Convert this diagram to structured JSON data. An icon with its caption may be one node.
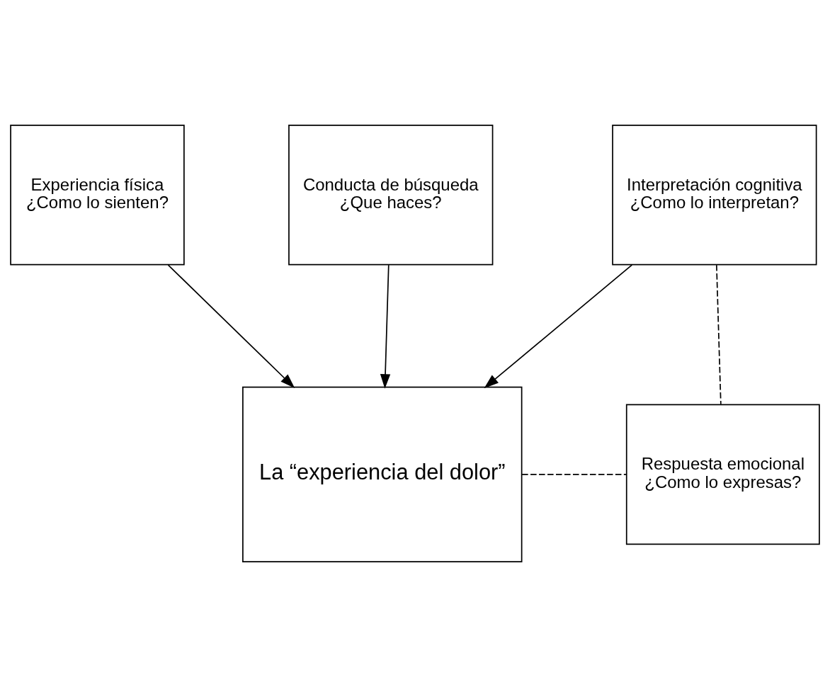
{
  "diagram": {
    "nodes": [
      {
        "text": [
          "Experiencia física",
          "¿Como lo sienten?"
        ]
      },
      {
        "text": [
          "Interpretación cognitiva",
          "¿Como lo interpretan?"
        ]
      },
      {
        "text": [
          "La “experiencia del dolor”"
        ]
      },
      {
        "text": [
          "Respuesta emocional",
          "¿Como lo expresas?"
        ]
      },
      {
        "text": [
          "Conducta de búsqueda",
          "¿Que haces?"
        ]
      }
    ],
    "edges": [
      {
        "from": 0,
        "to": 2,
        "arrow": "to"
      },
      {
        "from": 1,
        "to": 2,
        "arrow": "to"
      },
      {
        "from": 1,
        "to": 3,
        "arrow": "none",
        "style": "dashed"
      },
      {
        "from": 2,
        "to": 3,
        "arrow": "none",
        "style": "dashed"
      },
      {
        "from": 4,
        "to": 2,
        "arrow": "to"
      }
    ]
  }
}
